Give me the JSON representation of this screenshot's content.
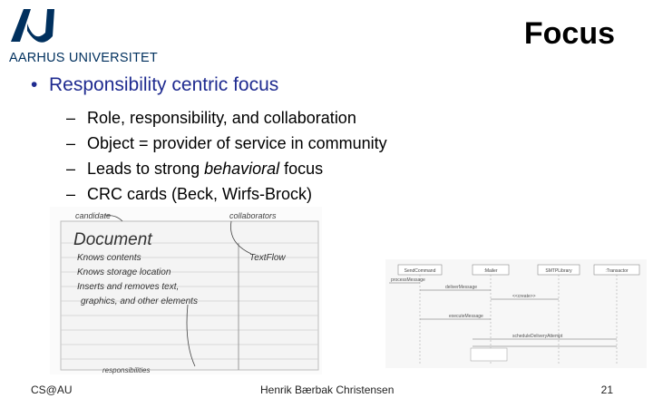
{
  "header": {
    "logo_text": "AARHUS UNIVERSITET",
    "title": "Focus"
  },
  "content": {
    "bullet": "Responsibility centric focus",
    "sub_items": [
      {
        "before": "Role, responsibility, and collaboration",
        "em": "",
        "after": ""
      },
      {
        "before": "Object = provider of service in community",
        "em": "",
        "after": ""
      },
      {
        "before": "Leads to strong ",
        "em": "behavioral",
        "after": " focus"
      },
      {
        "before": "CRC cards (Beck, Wirfs-Brock)",
        "em": "",
        "after": ""
      }
    ]
  },
  "crc_card": {
    "candidate_label": "candidate",
    "collaborators_label": "collaborators",
    "class_name": "Document",
    "responsibilities": [
      "Knows contents",
      "Knows storage location",
      "Inserts and removes text,",
      "graphics, and other elements"
    ],
    "collaborator": "TextFlow",
    "responsibilities_label": "responsibilities"
  },
  "sequence_diagram": {
    "lifelines": [
      "SendCommand",
      ":Mailer",
      "SMTPLibrary",
      ":Transactor"
    ],
    "messages": [
      "processMessage",
      "deliverMessage",
      "<<create>>",
      "executeMessage",
      "scheduleDeliveryAttempt"
    ]
  },
  "footer": {
    "left": "CS@AU",
    "center": "Henrik Bærbak Christensen",
    "page": "21"
  },
  "colors": {
    "bullet": "#1f2b90",
    "logo": "#00305e"
  }
}
